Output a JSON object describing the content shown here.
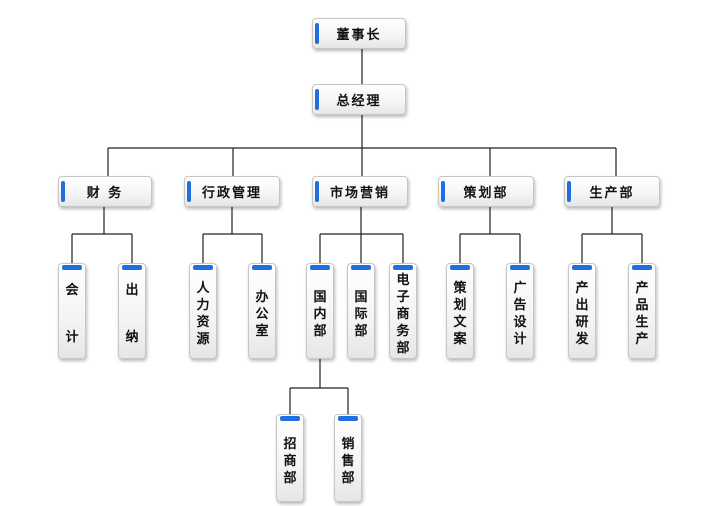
{
  "chairman": "董事长",
  "general_manager": "总经理",
  "departments": [
    {
      "name": "财 务",
      "subs": [
        "会计",
        "出纳"
      ]
    },
    {
      "name": "行政管理",
      "subs": [
        "人力资源",
        "办公室"
      ]
    },
    {
      "name": "市场营销",
      "subs": [
        "国内部",
        "国际部",
        "电子商务部"
      ]
    },
    {
      "name": "策划部",
      "subs": [
        "策划文案",
        "广告设计"
      ]
    },
    {
      "name": "生产部",
      "subs": [
        "产出研发",
        "产品生产"
      ]
    }
  ],
  "domestic_subs": [
    "招商部",
    "销售部"
  ],
  "colors": {
    "accent": "#1f6fe0",
    "line": "#222222"
  }
}
